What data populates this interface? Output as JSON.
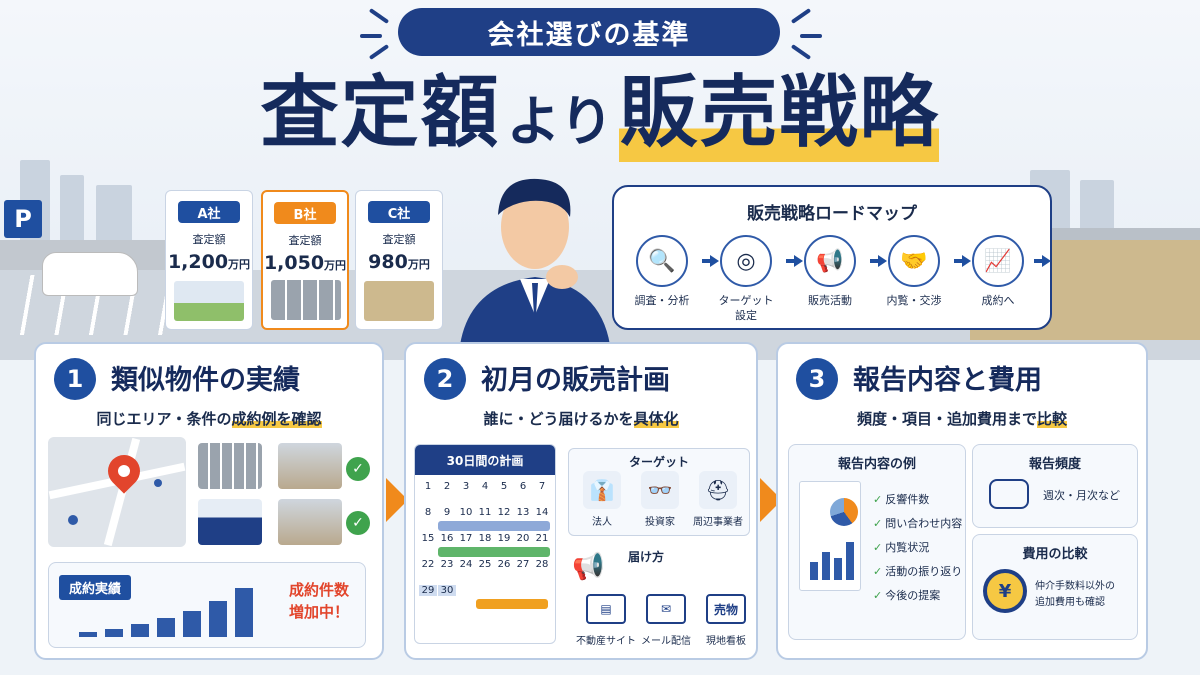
{
  "header": {
    "pill": "会社選びの基準",
    "title_a": "査定額",
    "title_b": "より",
    "title_c": "販売戦略"
  },
  "companies": [
    {
      "tag": "A社",
      "label": "査定額",
      "amount": "1,200",
      "unit": "万円"
    },
    {
      "tag": "B社",
      "label": "査定額",
      "amount": "1,050",
      "unit": "万円"
    },
    {
      "tag": "C社",
      "label": "査定額",
      "amount": "980",
      "unit": "万円"
    }
  ],
  "roadmap": {
    "title": "販売戦略ロードマップ",
    "steps": [
      {
        "label": "調査・分析",
        "icon": "magnifier-icon"
      },
      {
        "label": "ターゲット 設定",
        "icon": "target-icon"
      },
      {
        "label": "販売活動",
        "icon": "megaphone-icon"
      },
      {
        "label": "内覧・交渉",
        "icon": "handshake-icon"
      },
      {
        "label": "成約へ",
        "icon": "growth-chart-icon"
      }
    ]
  },
  "panel1": {
    "num": "1",
    "title": "類似物件の実績",
    "subtitle_pre": "同じエリア・条件の",
    "subtitle_hl": "成約例を確認",
    "result_label": "成約実績",
    "result_note1": "成約件数",
    "result_note2": "増加中！",
    "bars": [
      0.08,
      0.14,
      0.22,
      0.32,
      0.44,
      0.6,
      0.82
    ]
  },
  "panel2": {
    "num": "2",
    "title": "初月の販売計画",
    "subtitle_pre": "誰に・どう届けるかを",
    "subtitle_hl": "具体化",
    "calendar_title": "30日間の計画",
    "days": [
      "1",
      "2",
      "3",
      "4",
      "5",
      "6",
      "7",
      "8",
      "9",
      "10",
      "11",
      "12",
      "13",
      "14",
      "15",
      "16",
      "17",
      "18",
      "19",
      "20",
      "21",
      "22",
      "23",
      "24",
      "25",
      "26",
      "27",
      "28",
      "29",
      "30"
    ],
    "target_title": "ターゲット",
    "targets": [
      "法人",
      "投資家",
      "周辺事業者"
    ],
    "channel_title": "届け方",
    "channels": [
      {
        "label": "不動産サイト",
        "glyph": "▤"
      },
      {
        "label": "メール配信",
        "glyph": "✉"
      },
      {
        "label": "現地看板",
        "glyph": "売物"
      }
    ]
  },
  "panel3": {
    "num": "3",
    "title": "報告内容と費用",
    "subtitle_pre": "頻度・項目・追加費用まで",
    "subtitle_hl": "比較",
    "report_title": "報告内容の例",
    "report_items": [
      "反響件数",
      "問い合わせ内容",
      "内覧状況",
      "活動の振り返り",
      "今後の提案"
    ],
    "freq_title": "報告頻度",
    "freq_text": "週次・月次など",
    "cost_title": "費用の比較",
    "cost_text1": "仲介手数料以外の",
    "cost_text2": "追加費用も確認",
    "cost_glyph": "¥"
  },
  "colors": {
    "navy": "#1f3f86",
    "orange": "#f08a1c",
    "yellow": "#f6c843",
    "green": "#3fa34d"
  }
}
